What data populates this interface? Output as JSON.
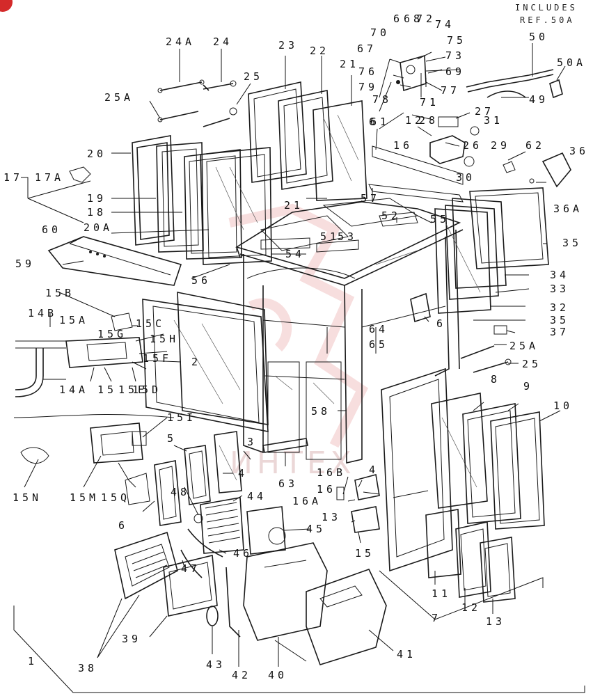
{
  "header": {
    "note_line1": "INCLUDES",
    "note_line2": "REF.50A"
  },
  "watermark": {
    "text": "ИНТЕХ"
  },
  "labels": [
    {
      "id": "l-1",
      "text": "1"
    },
    {
      "id": "l-2",
      "text": "2"
    },
    {
      "id": "l-3",
      "text": "3"
    },
    {
      "id": "l-4a",
      "text": "4"
    },
    {
      "id": "l-4b",
      "text": "4"
    },
    {
      "id": "l-5",
      "text": "5"
    },
    {
      "id": "l-6a",
      "text": "6"
    },
    {
      "id": "l-6b",
      "text": "6"
    },
    {
      "id": "l-6c",
      "text": "6"
    },
    {
      "id": "l-7",
      "text": "7"
    },
    {
      "id": "l-8",
      "text": "8"
    },
    {
      "id": "l-9",
      "text": "9"
    },
    {
      "id": "l-10",
      "text": "10"
    },
    {
      "id": "l-11",
      "text": "11"
    },
    {
      "id": "l-12a",
      "text": "12"
    },
    {
      "id": "l-12b",
      "text": "12"
    },
    {
      "id": "l-13a",
      "text": "13"
    },
    {
      "id": "l-13b",
      "text": "13"
    },
    {
      "id": "l-14b",
      "text": "14B"
    },
    {
      "id": "l-14a",
      "text": "14A"
    },
    {
      "id": "l-15",
      "text": "15"
    },
    {
      "id": "l-15s",
      "text": "15"
    },
    {
      "id": "l-15a",
      "text": "15A"
    },
    {
      "id": "l-15b",
      "text": "15B"
    },
    {
      "id": "l-15c",
      "text": "15C"
    },
    {
      "id": "l-15d",
      "text": "15D"
    },
    {
      "id": "l-15e",
      "text": "15E"
    },
    {
      "id": "l-15f",
      "text": "15F"
    },
    {
      "id": "l-15g",
      "text": "15G"
    },
    {
      "id": "l-15h",
      "text": "15H"
    },
    {
      "id": "l-15i",
      "text": "15I"
    },
    {
      "id": "l-15m",
      "text": "15M"
    },
    {
      "id": "l-15n",
      "text": "15N"
    },
    {
      "id": "l-15q",
      "text": "15Q"
    },
    {
      "id": "l-16a",
      "text": "16A"
    },
    {
      "id": "l-16b",
      "text": "16B"
    },
    {
      "id": "l-16c",
      "text": "16"
    },
    {
      "id": "l-16d",
      "text": "16"
    },
    {
      "id": "l-17",
      "text": "17"
    },
    {
      "id": "l-17a",
      "text": "17A"
    },
    {
      "id": "l-18",
      "text": "18"
    },
    {
      "id": "l-19",
      "text": "19"
    },
    {
      "id": "l-20",
      "text": "20"
    },
    {
      "id": "l-20a",
      "text": "20A"
    },
    {
      "id": "l-21a",
      "text": "21"
    },
    {
      "id": "l-21b",
      "text": "21"
    },
    {
      "id": "l-22",
      "text": "22"
    },
    {
      "id": "l-23",
      "text": "23"
    },
    {
      "id": "l-24",
      "text": "24"
    },
    {
      "id": "l-24a",
      "text": "24A"
    },
    {
      "id": "l-25a",
      "text": "25"
    },
    {
      "id": "l-25b",
      "text": "25"
    },
    {
      "id": "l-25A1",
      "text": "25A"
    },
    {
      "id": "l-25A2",
      "text": "25A"
    },
    {
      "id": "l-26",
      "text": "26"
    },
    {
      "id": "l-27",
      "text": "27"
    },
    {
      "id": "l-28",
      "text": "28"
    },
    {
      "id": "l-29",
      "text": "29"
    },
    {
      "id": "l-30",
      "text": "30"
    },
    {
      "id": "l-31",
      "text": "31"
    },
    {
      "id": "l-32",
      "text": "32"
    },
    {
      "id": "l-33",
      "text": "33"
    },
    {
      "id": "l-34",
      "text": "34"
    },
    {
      "id": "l-35a",
      "text": "35"
    },
    {
      "id": "l-35b",
      "text": "35"
    },
    {
      "id": "l-36",
      "text": "36"
    },
    {
      "id": "l-36a",
      "text": "36A"
    },
    {
      "id": "l-37",
      "text": "37"
    },
    {
      "id": "l-38",
      "text": "38"
    },
    {
      "id": "l-39",
      "text": "39"
    },
    {
      "id": "l-40",
      "text": "40"
    },
    {
      "id": "l-41",
      "text": "41"
    },
    {
      "id": "l-42",
      "text": "42"
    },
    {
      "id": "l-43",
      "text": "43"
    },
    {
      "id": "l-44",
      "text": "44"
    },
    {
      "id": "l-45",
      "text": "45"
    },
    {
      "id": "l-46",
      "text": "46"
    },
    {
      "id": "l-47",
      "text": "47"
    },
    {
      "id": "l-48",
      "text": "48"
    },
    {
      "id": "l-49",
      "text": "49"
    },
    {
      "id": "l-50",
      "text": "50"
    },
    {
      "id": "l-50a",
      "text": "50A"
    },
    {
      "id": "l-51",
      "text": "51"
    },
    {
      "id": "l-52",
      "text": "52"
    },
    {
      "id": "l-53",
      "text": "53"
    },
    {
      "id": "l-54",
      "text": "54"
    },
    {
      "id": "l-55",
      "text": "55"
    },
    {
      "id": "l-56",
      "text": "56"
    },
    {
      "id": "l-57",
      "text": "57"
    },
    {
      "id": "l-58",
      "text": "58"
    },
    {
      "id": "l-59",
      "text": "59"
    },
    {
      "id": "l-60",
      "text": "60"
    },
    {
      "id": "l-61",
      "text": "61"
    },
    {
      "id": "l-62",
      "text": "62"
    },
    {
      "id": "l-63",
      "text": "63"
    },
    {
      "id": "l-64",
      "text": "64"
    },
    {
      "id": "l-65",
      "text": "65"
    },
    {
      "id": "l-66",
      "text": "6"
    },
    {
      "id": "l-67",
      "text": "67"
    },
    {
      "id": "l-68",
      "text": "68"
    },
    {
      "id": "l-69",
      "text": "69"
    },
    {
      "id": "l-70",
      "text": "70"
    },
    {
      "id": "l-71",
      "text": "71"
    },
    {
      "id": "l-72",
      "text": "72"
    },
    {
      "id": "l-73",
      "text": "73"
    },
    {
      "id": "l-74",
      "text": "74"
    },
    {
      "id": "l-75",
      "text": "75"
    },
    {
      "id": "l-76",
      "text": "76"
    },
    {
      "id": "l-77",
      "text": "77"
    },
    {
      "id": "l-78",
      "text": "78"
    },
    {
      "id": "l-79",
      "text": "79"
    }
  ]
}
